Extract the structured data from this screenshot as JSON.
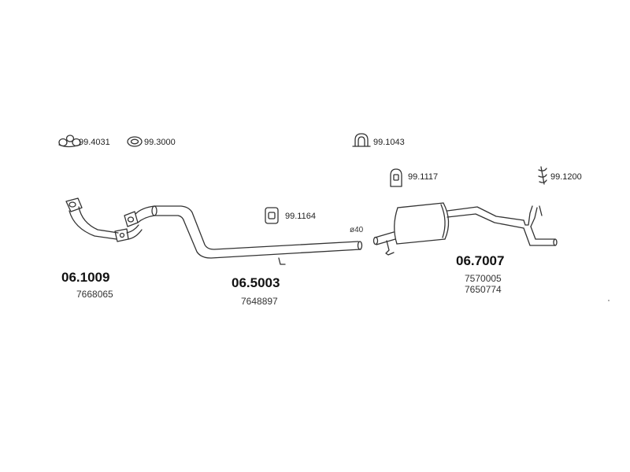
{
  "accessories": [
    {
      "code": "99.4031",
      "icon": "triple-ring-gasket-icon"
    },
    {
      "code": "99.3000",
      "icon": "ring-gasket-icon"
    },
    {
      "code": "99.1043",
      "icon": "u-bolt-clamp-icon"
    },
    {
      "code": "99.1164",
      "icon": "rubber-hanger-icon"
    },
    {
      "code": "99.1117",
      "icon": "mounting-bracket-icon"
    },
    {
      "code": "99.1200",
      "icon": "hanger-rod-icon"
    }
  ],
  "parts": [
    {
      "number": "06.1009",
      "refs": [
        "7668065"
      ]
    },
    {
      "number": "06.5003",
      "refs": [
        "7648897"
      ]
    },
    {
      "number": "06.7007",
      "refs": [
        "7570005",
        "7650774"
      ]
    }
  ],
  "pipe_diameter": "ø40",
  "colors": {
    "line": "#333333",
    "fill": "#ffffff",
    "text": "#222222"
  }
}
